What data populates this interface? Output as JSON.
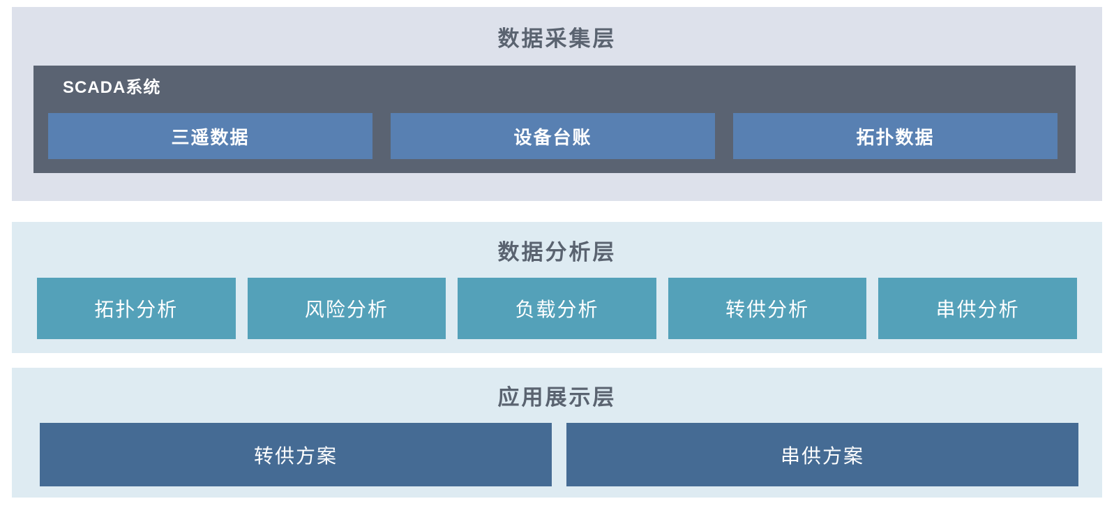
{
  "layers": {
    "collection": {
      "title": "数据采集层",
      "scada": {
        "label": "SCADA系统",
        "boxes": [
          {
            "label": "三遥数据"
          },
          {
            "label": "设备台账"
          },
          {
            "label": "拓扑数据"
          }
        ]
      }
    },
    "analysis": {
      "title": "数据分析层",
      "boxes": [
        {
          "label": "拓扑分析"
        },
        {
          "label": "风险分析"
        },
        {
          "label": "负载分析"
        },
        {
          "label": "转供分析"
        },
        {
          "label": "串供分析"
        }
      ]
    },
    "application": {
      "title": "应用展示层",
      "boxes": [
        {
          "label": "转供方案"
        },
        {
          "label": "串供方案"
        }
      ]
    }
  },
  "colors": {
    "page_bg": "#ffffff",
    "layer1_bg": "#dde1eb",
    "layer23_bg": "#deebf2",
    "scada_bg": "#5a6372",
    "steel_blue": "#5880b2",
    "teal": "#54a1b9",
    "dark_blue": "#456b94",
    "title_text": "#5a6370",
    "box_text": "#ffffff"
  }
}
